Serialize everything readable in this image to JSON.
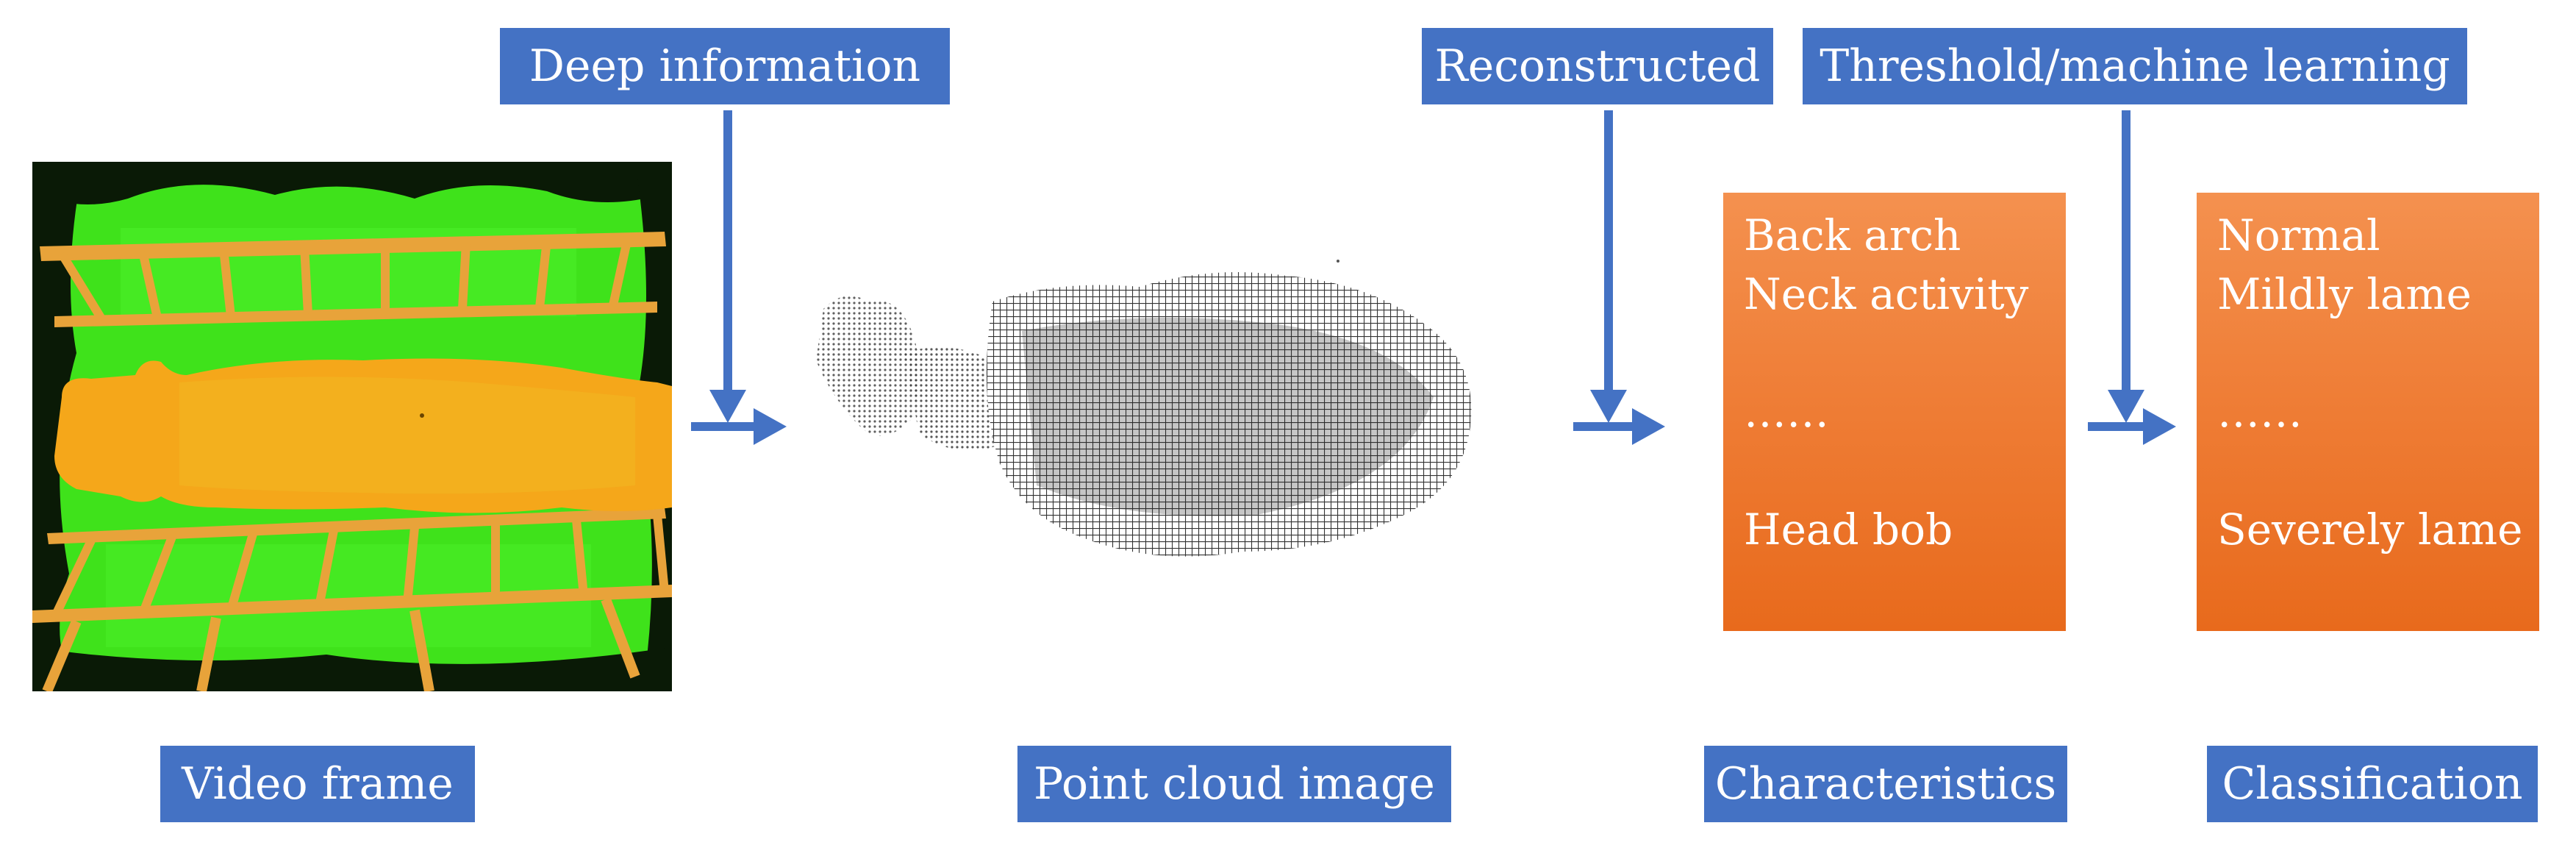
{
  "top_labels": {
    "deep_information": "Deep information",
    "reconstructed": "Reconstructed",
    "threshold": "Threshold/machine learning"
  },
  "bottom_labels": {
    "video_frame": "Video frame",
    "point_cloud": "Point cloud image",
    "characteristics": "Characteristics",
    "classification": "Classification"
  },
  "characteristics_box": {
    "items": [
      "Back arch",
      "Neck activity",
      "……",
      "Head bob"
    ]
  },
  "classification_box": {
    "items": [
      "Normal",
      "Mildly lame",
      "……",
      "Severely lame"
    ]
  },
  "colors": {
    "label_blue": "#4472C4",
    "arrow_blue": "#4472C4",
    "box_orange": "#EF7E37",
    "depth_green": "#3FE21B",
    "depth_orange": "#F5A71A"
  },
  "icons": [
    "right-arrow-icon",
    "down-arrow-icon"
  ]
}
